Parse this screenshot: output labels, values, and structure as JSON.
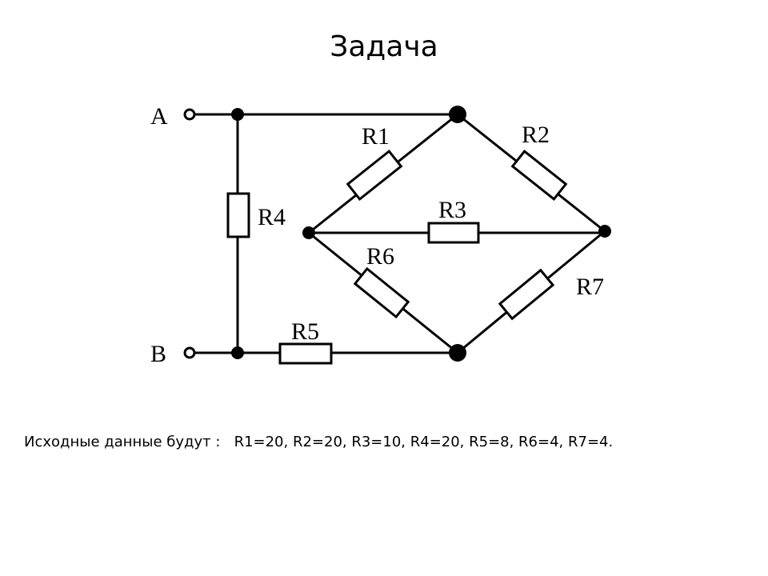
{
  "slide": {
    "title": "Задача"
  },
  "circuit": {
    "terminals": {
      "a": "A",
      "b": "B"
    },
    "resistors": {
      "r1": "R1",
      "r2": "R2",
      "r3": "R3",
      "r4": "R4",
      "r5": "R5",
      "r6": "R6",
      "r7": "R7"
    }
  },
  "problem": {
    "given_prefix": "Исходные данные будут :",
    "values": "R1=20, R2=20, R3=10, R4=20, R5=8, R6=4, R7=4."
  }
}
